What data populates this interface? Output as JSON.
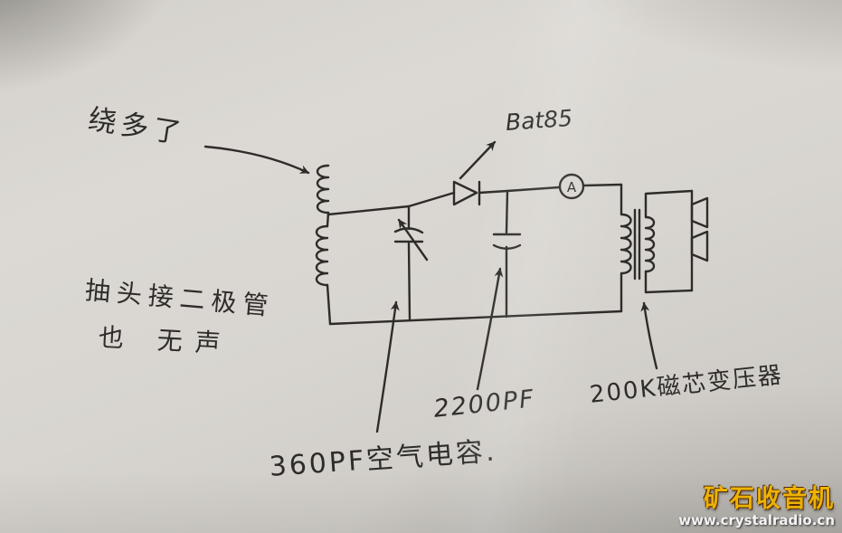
{
  "paper": {
    "ink_color": "#2e2c29",
    "paper_color": "#d6d3ce"
  },
  "annotations": {
    "coil_note": "绕多了",
    "diode_label": "Bat85",
    "tap_note_line1": "抽头接二极管",
    "tap_note_line2": "也 无声",
    "fixed_cap_label": "2200PF",
    "variable_cap_label": "360PF空气电容.",
    "transformer_label": "200K磁芯变压器",
    "ammeter_letter": "A"
  },
  "watermark": {
    "title": "矿石收音机",
    "url": "www.crystalradio.cn",
    "title_color": "#f2b705",
    "url_color": "#ffffff"
  }
}
